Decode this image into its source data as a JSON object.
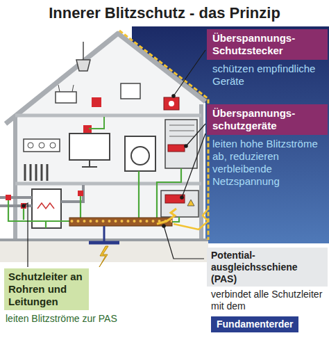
{
  "diagram": {
    "title": "Innerer Blitzschutz - das Prinzip",
    "nodes": [
      {
        "text": [
          "Überspannungs- Schutzstecker",
          "schützen empfindliche Geräte"
        ]
      },
      {
        "text": [
          "Überspannungs- schutzgeräte",
          "leiten hohe Blitzströme ab, reduzieren verbleibende Netzspannung"
        ]
      },
      {
        "text": [
          "Potential- ausgleichsschiene (PAS)",
          "verbindet alle Schutzleiter mit dem"
        ]
      },
      {
        "text": [
          "Fundamenterder"
        ],
        "in": 2
      },
      {
        "text": [
          "Schutzleiter an Rohren und Leitungen",
          "leiten Blitzströme zur PAS"
        ]
      }
    ]
  }
}
